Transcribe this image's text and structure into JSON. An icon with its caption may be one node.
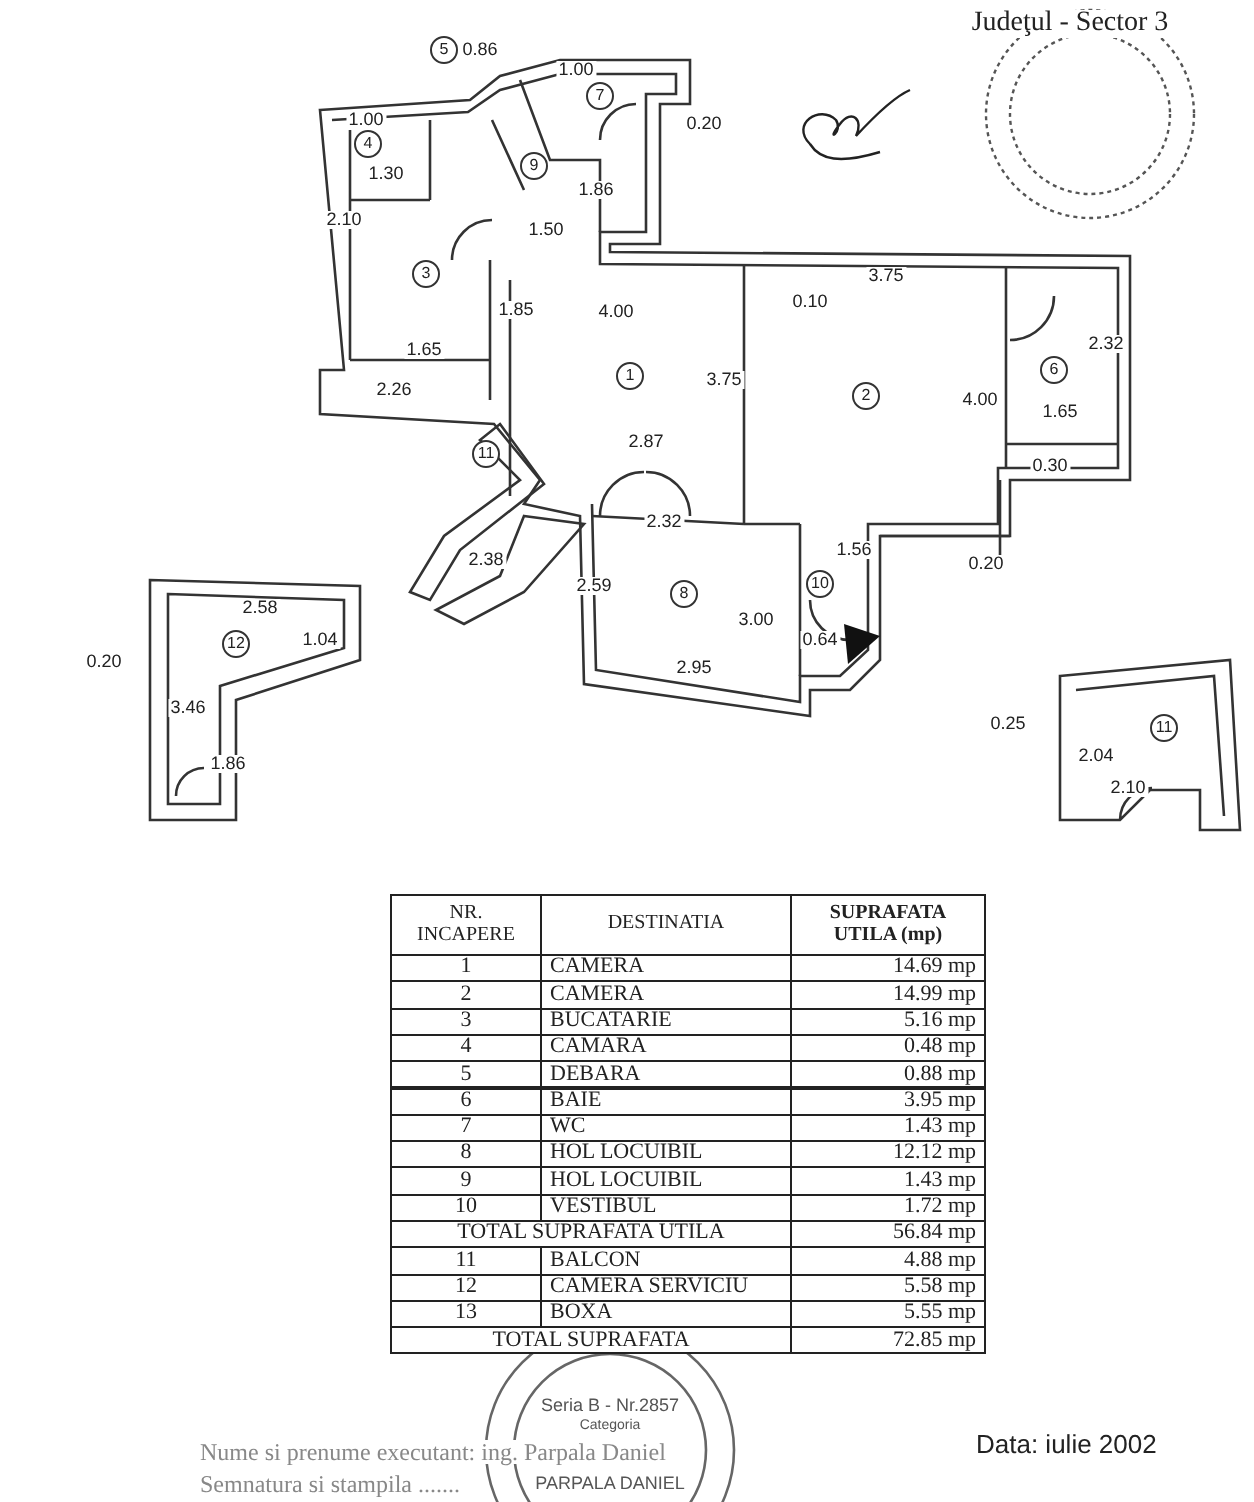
{
  "diagram": {
    "labels": [
      "Judeţul - Sector 3",
      "5",
      "0.86",
      "1.00",
      "7",
      "1.00",
      "0.20",
      "4",
      "9",
      "1.30",
      "1.86",
      "2.10",
      "1.50",
      "3",
      "3.75",
      "0.10",
      "1.85",
      "4.00",
      "2.32",
      "1.65",
      "6",
      "1",
      "3.75",
      "2",
      "4.00",
      "1.65",
      "2.26",
      "2.87",
      "11",
      "0.30",
      "2.32",
      "1.56",
      "2.38",
      "0.20",
      "2.59",
      "8",
      "10",
      "2.58",
      "3.00",
      "12",
      "1.04",
      "0.64",
      "0.20",
      "2.95",
      "3.46",
      "0.25",
      "11",
      "2.04",
      "1.86",
      "2.10",
      "NR. INCAPERE",
      "DESTINATIA",
      "SUPRAFATA UTILA (mp)",
      "1",
      "CAMERA",
      "14.69 mp",
      "2",
      "CAMERA",
      "14.99 mp",
      "3",
      "BUCATARIE",
      "5.16 mp",
      "4",
      "CAMARA",
      "0.48 mp",
      "5",
      "DEBARA",
      "0.88 mp",
      "6",
      "BAIE",
      "3.95 mp",
      "7",
      "WC",
      "1.43 mp",
      "8",
      "HOL LOCUIBIL",
      "12.12 mp",
      "9",
      "HOL LOCUIBIL",
      "1.43 mp",
      "10",
      "VESTIBUL",
      "1.72 mp",
      "TOTAL SUPRAFATA UTILA",
      "56.84 mp",
      "11",
      "BALCON",
      "4.88 mp",
      "12",
      "CAMERA SERVICIU",
      "5.58 mp",
      "13",
      "BOXA",
      "5.55 mp",
      "TOTAL SUPRAFATA",
      "72.85 mp",
      "Seria B - Nr.2857",
      "Categoria",
      "Nume si prenume executant: ing. Parpala Daniel",
      "Semnatura si stampila .......",
      "PARPALA DANIEL",
      "Data: iulie 2002"
    ]
  }
}
